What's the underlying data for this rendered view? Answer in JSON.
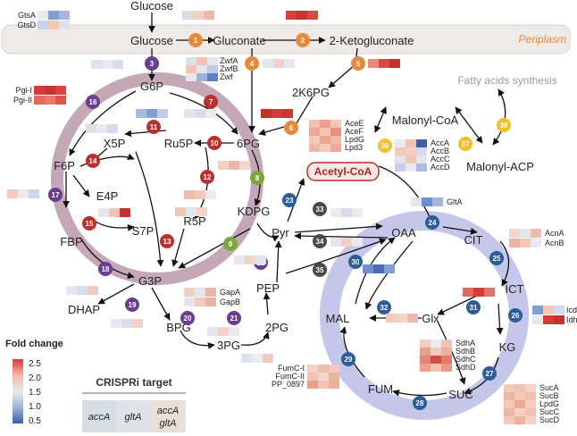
{
  "colors": {
    "orange": "#e8893a",
    "purple": "#6a3d8f",
    "red": "#b8312f",
    "green": "#7aa63c",
    "blue": "#2b5d99",
    "yellow": "#f2c02c",
    "ring_mauve": "#c5a8b8",
    "ring_blue": "#c4c7ea",
    "periplasm_fill": "#eeeae8"
  },
  "periplasm": {
    "label": "Periplasm"
  },
  "metabolites": {
    "glucose_top": "Glucose",
    "glucose": "Glucose",
    "gluconate": "Gluconate",
    "ketogluconate": "2-Ketogluconate",
    "k6pg": "2K6PG",
    "g6p": "G6P",
    "f6p": "F6P",
    "x5p": "X5P",
    "ru5p": "Ru5P",
    "pg6": "6PG",
    "e4p": "E4P",
    "r5p": "R5P",
    "s7p": "S7P",
    "kdpg": "KDPG",
    "fbp": "FBP",
    "g3p": "G3P",
    "dhap": "DHAP",
    "bpg": "BPG",
    "pg3": "3PG",
    "pg2": "2PG",
    "pep": "PEP",
    "pyr": "Pyr",
    "acetyl_coa": "Acetyl-CoA",
    "malonyl_coa": "Malonyl-CoA",
    "malonyl_acp": "Malonyl-ACP",
    "fatty_acids": "Fatty acids synthesis",
    "oaa": "OAA",
    "cit": "CIT",
    "ict": "ICT",
    "kg": "KG",
    "suc": "SUC",
    "fum": "FUM",
    "mal": "MAL",
    "glx": "Glx"
  },
  "genes": {
    "gts": [
      "GtsA",
      "GtsD"
    ],
    "zwf": [
      "ZwfA",
      "ZwfB",
      "Zwf"
    ],
    "pgi": [
      "Pgi-I",
      "Pgi-II"
    ],
    "ace": [
      "AceE",
      "AceF",
      "LpdG",
      "Lpd3"
    ],
    "acc": [
      "AccA",
      "AccB",
      "AccC",
      "AccD"
    ],
    "glta": [
      "GltA"
    ],
    "acn": [
      "AcnA",
      "AcnB"
    ],
    "gap": [
      "GapA",
      "GapB"
    ],
    "icd": [
      "Icd",
      "Idh"
    ],
    "sdh": [
      "SdhA",
      "SdhB",
      "SdhC",
      "SdhD"
    ],
    "fum": [
      "FumC-I",
      "FumC-II",
      "PP_0897"
    ],
    "suc": [
      "SucA",
      "SucB",
      "LpdG",
      "SucC",
      "SucD"
    ]
  },
  "legend": {
    "title": "Fold change",
    "ticks": [
      "2.5",
      "2.0",
      "1.5",
      "1.0",
      "0.5"
    ],
    "gradient": [
      "#3a5fae",
      "#9fb3d8",
      "#e9e9ee",
      "#f3b7a5",
      "#d63b3b"
    ]
  },
  "crispri": {
    "title": "CRISPRi target",
    "targets": [
      {
        "line1": "accA",
        "line2": ""
      },
      {
        "line1": "gltA",
        "line2": ""
      },
      {
        "line1": "accA",
        "line2": "gltA"
      }
    ]
  },
  "steps": [
    "1",
    "2",
    "3",
    "4",
    "5",
    "6",
    "7",
    "8",
    "9",
    "10",
    "11",
    "12",
    "13",
    "14",
    "15",
    "16",
    "17",
    "18",
    "19",
    "20",
    "21",
    "22",
    "23",
    "24",
    "25",
    "26",
    "27",
    "28",
    "29",
    "30",
    "31",
    "32",
    "33",
    "34",
    "35",
    "36",
    "37",
    "38"
  ]
}
